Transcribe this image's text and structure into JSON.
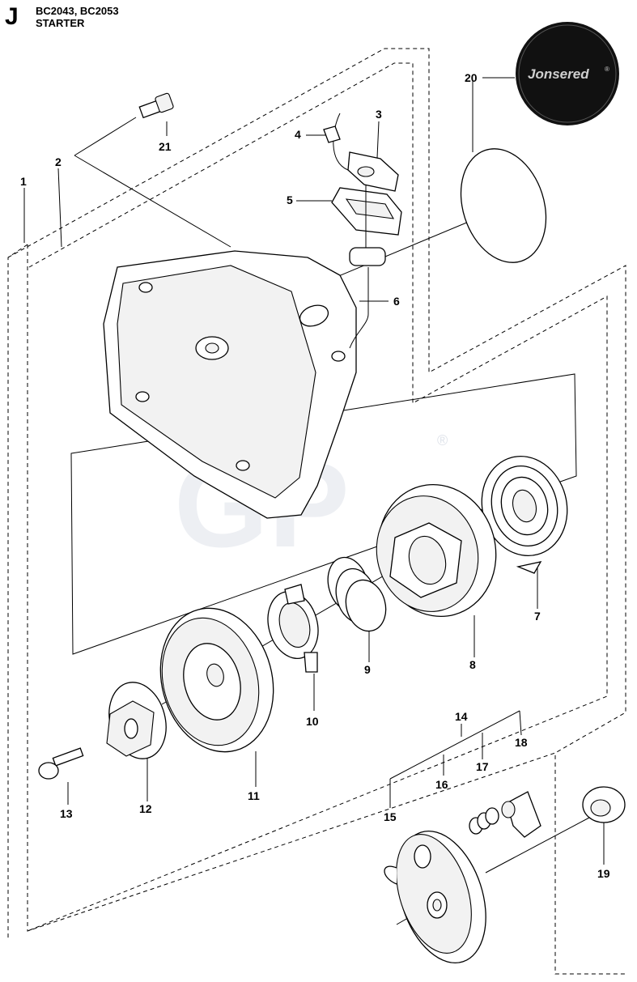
{
  "header": {
    "section_letter": "J",
    "models": "BC2043, BC2053",
    "title": "STARTER"
  },
  "logo": {
    "text": "Jonsered",
    "mark": "®"
  },
  "watermark": {
    "text": "GP",
    "mark": "®"
  },
  "callouts": [
    "1",
    "2",
    "3",
    "4",
    "5",
    "6",
    "7",
    "8",
    "9",
    "10",
    "11",
    "12",
    "13",
    "14",
    "15",
    "16",
    "17",
    "18",
    "19",
    "20",
    "21"
  ]
}
